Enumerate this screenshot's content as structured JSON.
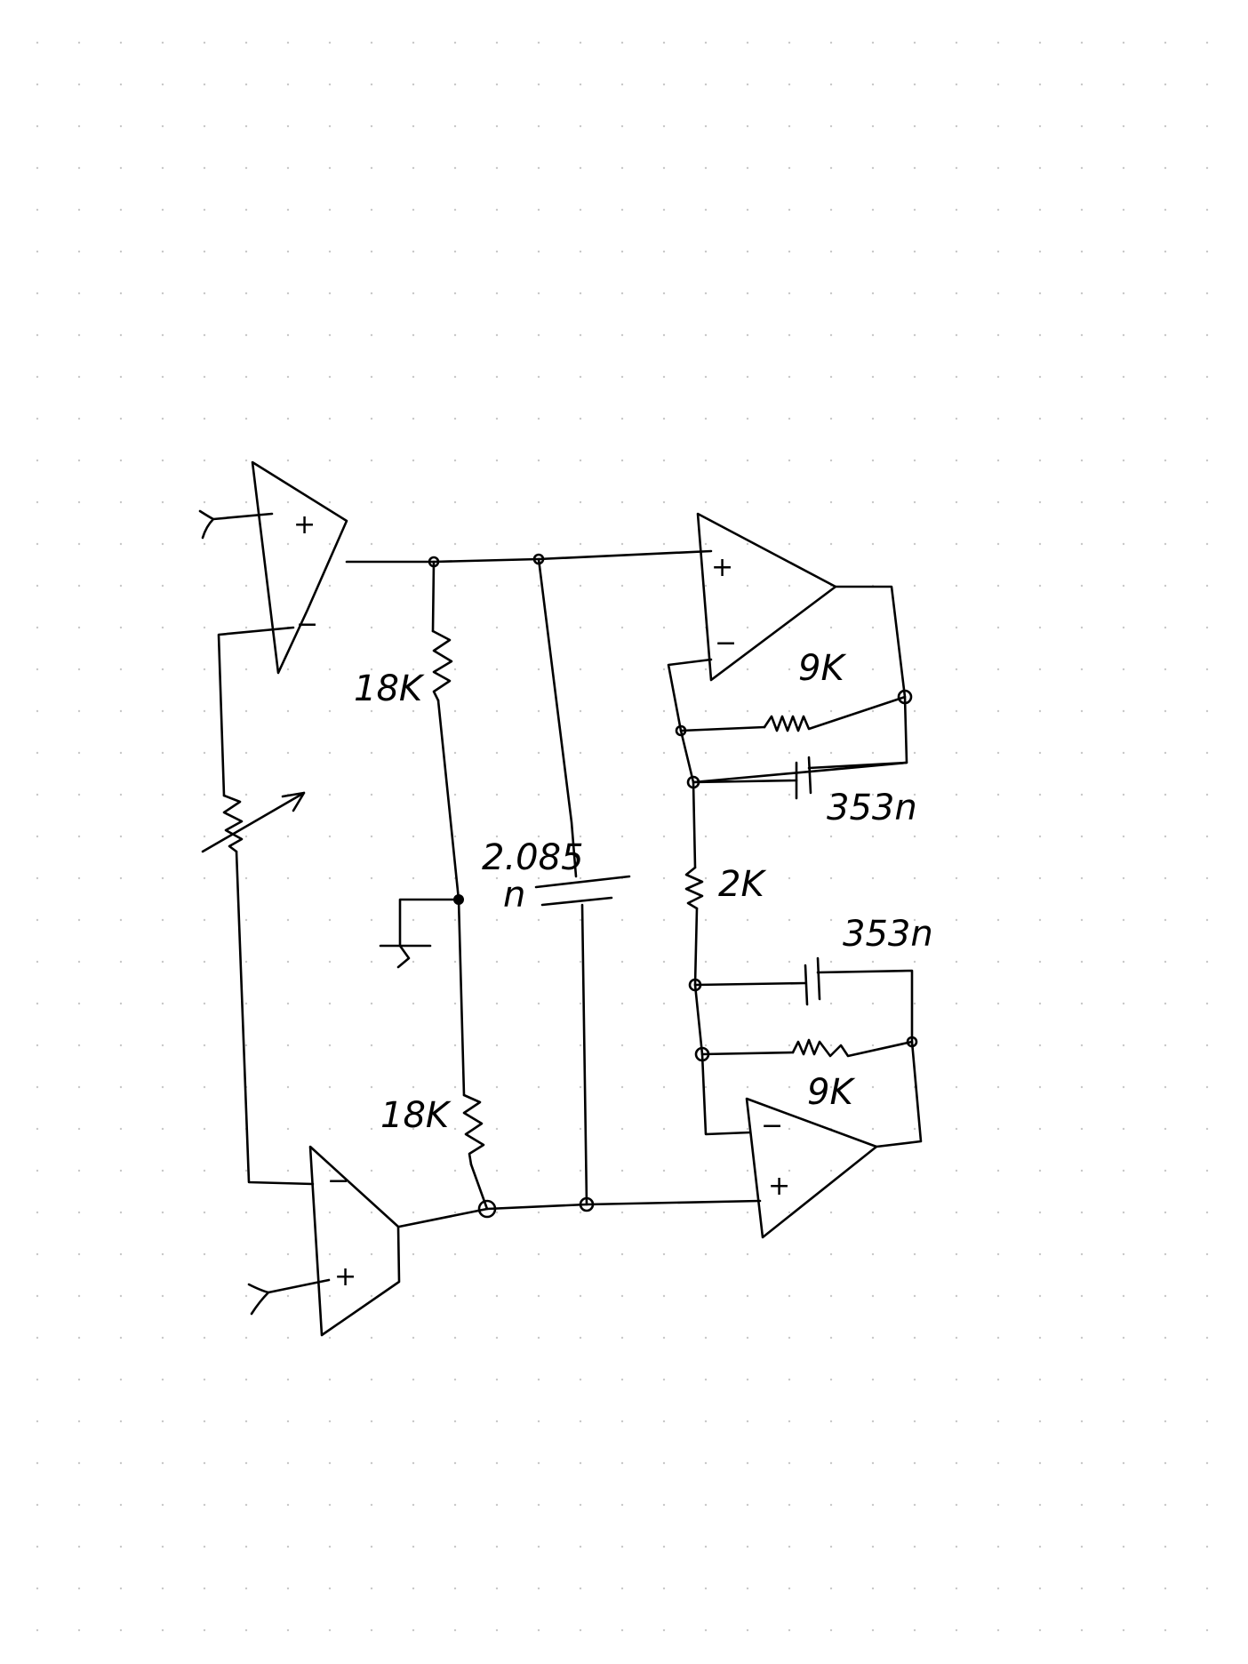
{
  "labels": {
    "r_top": "18K",
    "r_bottom": "18K",
    "cap_center_value": "2.085",
    "cap_center_unit": "n",
    "r_fb_top": "9K",
    "c_fb_top": "353n",
    "r_mid": "2K",
    "c_fb_bottom": "353n",
    "r_fb_bottom": "9K"
  },
  "signs": {
    "plus": "+",
    "minus": "−"
  },
  "colors": {
    "ink": "#000000",
    "paper": "#ffffff",
    "grid_dot": "#c8c8c8"
  }
}
